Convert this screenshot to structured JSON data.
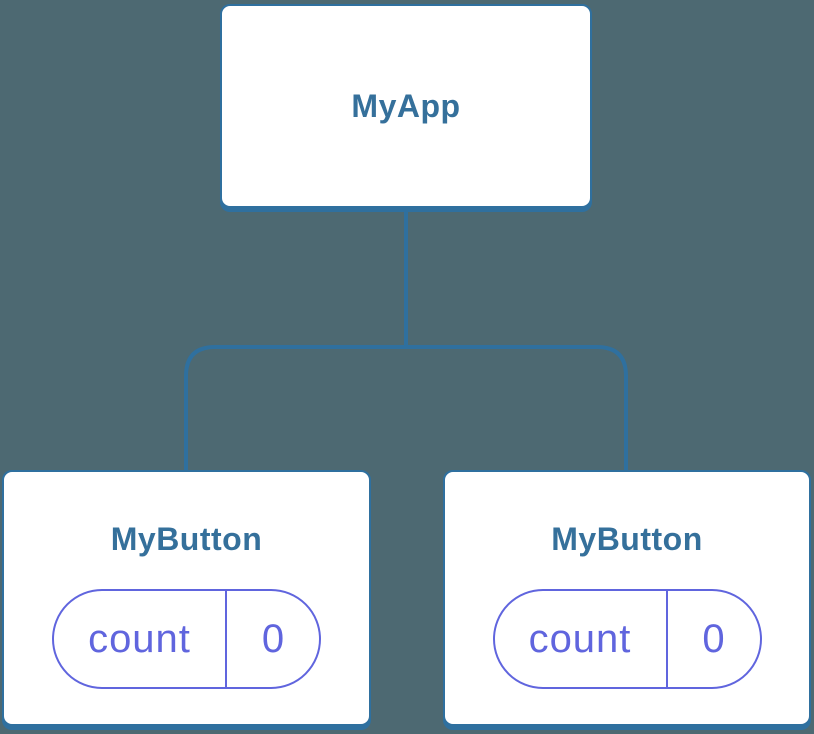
{
  "colors": {
    "bg": "#4D6972",
    "line": "#2F709F",
    "title": "#35709B",
    "purple": "#6065DE",
    "node_bg": "#FFFFFF"
  },
  "tree": {
    "root": {
      "label": "MyApp"
    },
    "children": [
      {
        "label": "MyButton",
        "state": {
          "key": "count",
          "value": "0"
        }
      },
      {
        "label": "MyButton",
        "state": {
          "key": "count",
          "value": "0"
        }
      }
    ]
  }
}
